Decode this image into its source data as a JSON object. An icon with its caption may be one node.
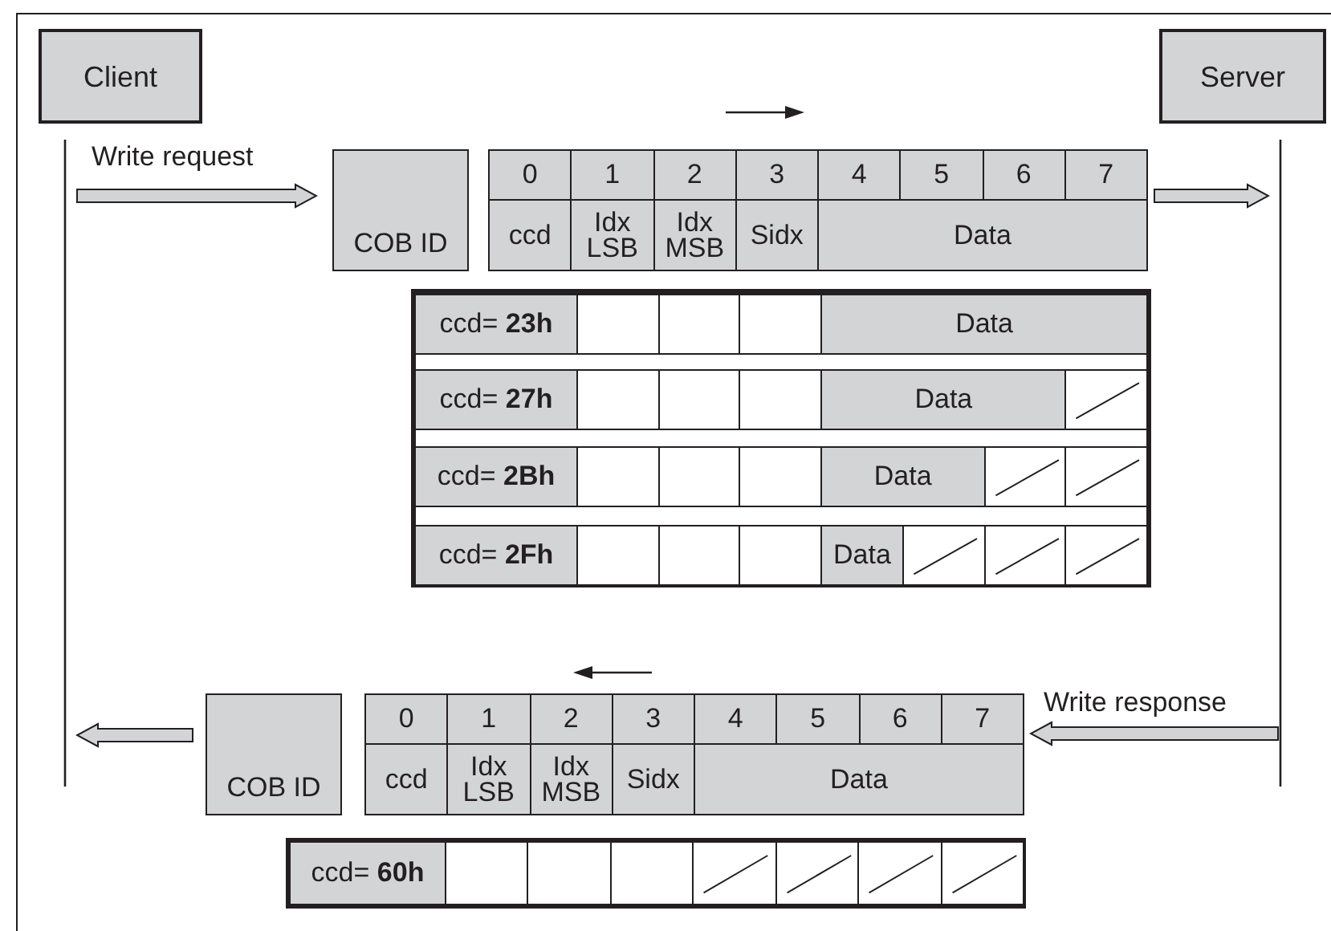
{
  "diagram": {
    "nodes": [
      {
        "text": [
          "Client"
        ]
      },
      {
        "text": [
          "Server"
        ]
      }
    ],
    "labels": [
      "Write request",
      "COB ID",
      "0",
      "1",
      "2",
      "3",
      "4",
      "5",
      "6",
      "7",
      "ccd",
      "Idx LSB",
      "Idx MSB",
      "Sidx",
      "Data",
      "ccd= **23h**",
      "Data",
      "ccd= **27h**",
      "Data",
      "ccd= **2Bh**",
      "Data",
      "ccd= **2Fh**",
      "Data",
      "Write response",
      "COB ID",
      "0",
      "1",
      "2",
      "3",
      "4",
      "5",
      "6",
      "7",
      "ccd",
      "Idx LSB",
      "Idx MSB",
      "Sidx",
      "Data",
      "ccd= **60h**"
    ]
  }
}
